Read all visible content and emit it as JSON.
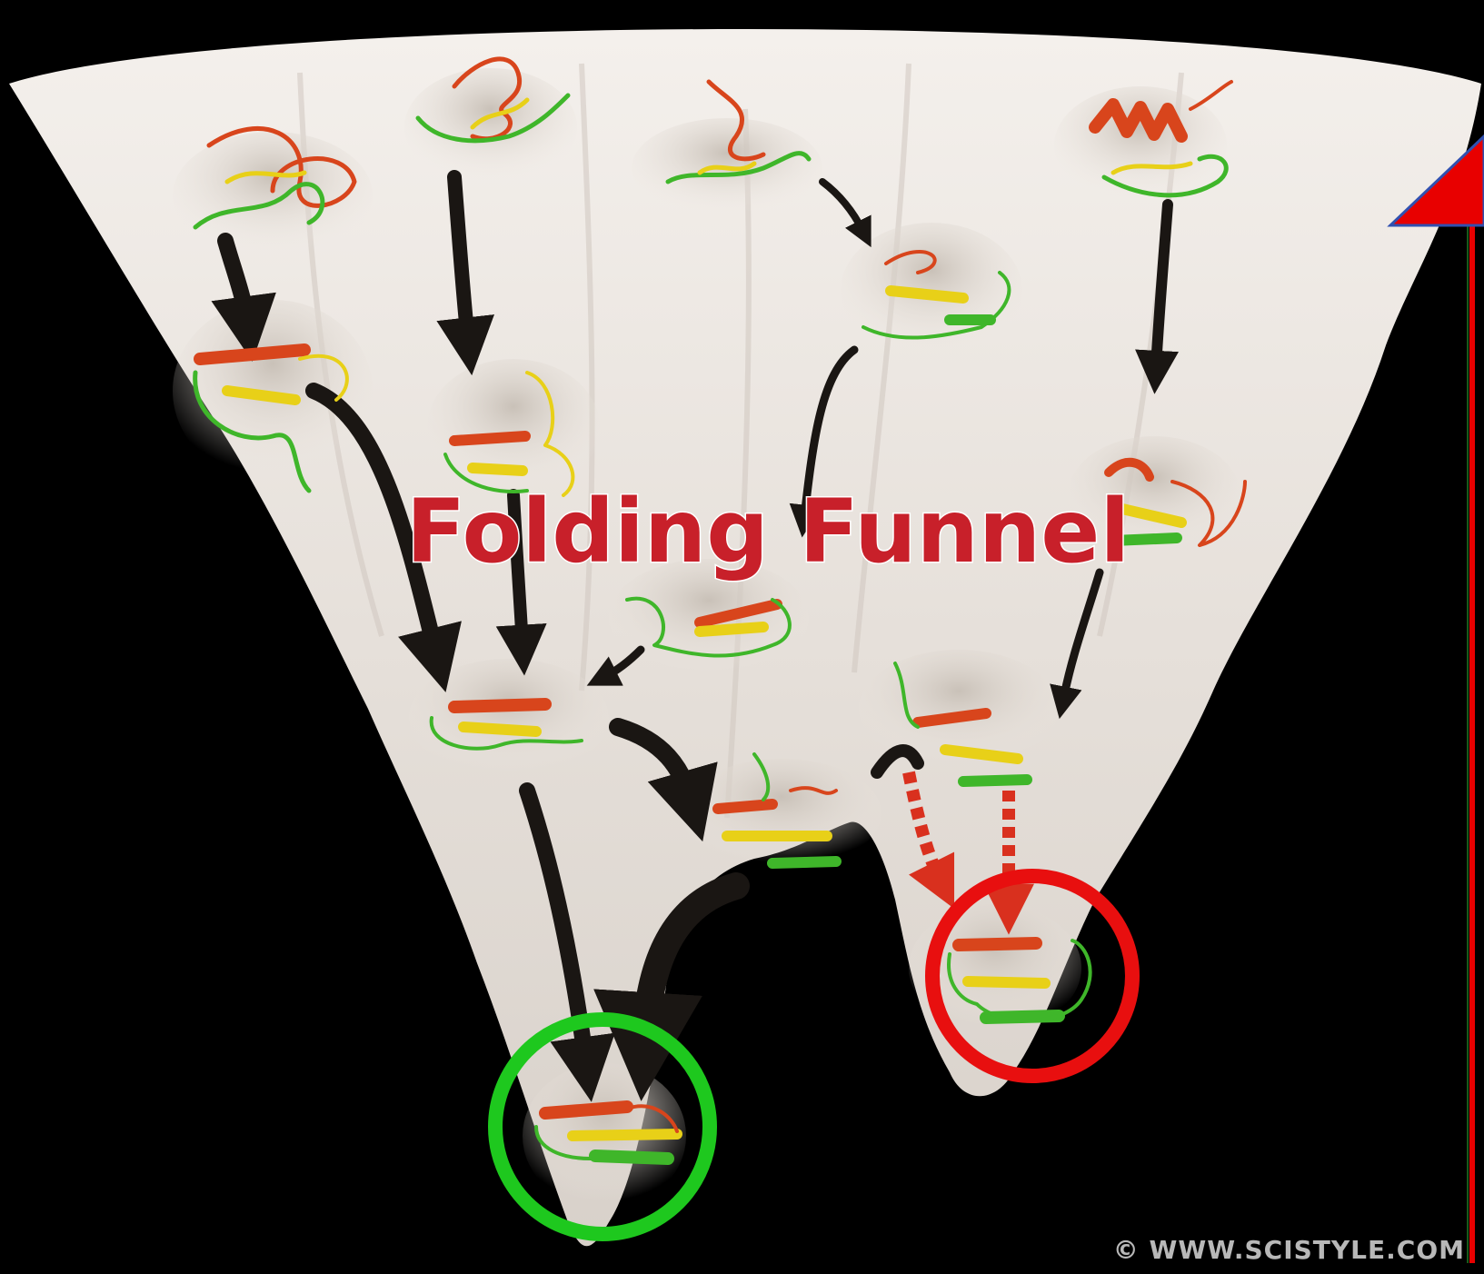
{
  "diagram": {
    "title": "Folding Funnel",
    "watermark": "© WWW.SCISTYLE.COM",
    "colors": {
      "background": "#000000",
      "funnel_surface": "#e9e3dd",
      "title_fill": "#c8202a",
      "title_outline": "#ffffff",
      "native_state_marker": "#1ec81e",
      "misfolded_state_marker": "#e80f0f",
      "energy_axis": "#e80000",
      "pathway_arrow": "#1a1613",
      "trap_arrow": "#d9301e",
      "strand_red": "#d8451c",
      "strand_yellow": "#e8d018",
      "strand_green": "#3fb62a"
    },
    "markers": [
      {
        "name": "native-state-marker",
        "color": "#1ec81e"
      },
      {
        "name": "misfolded-state-marker",
        "color": "#e80f0f"
      }
    ],
    "axis": {
      "icon": "red-arrow-up-icon"
    }
  }
}
